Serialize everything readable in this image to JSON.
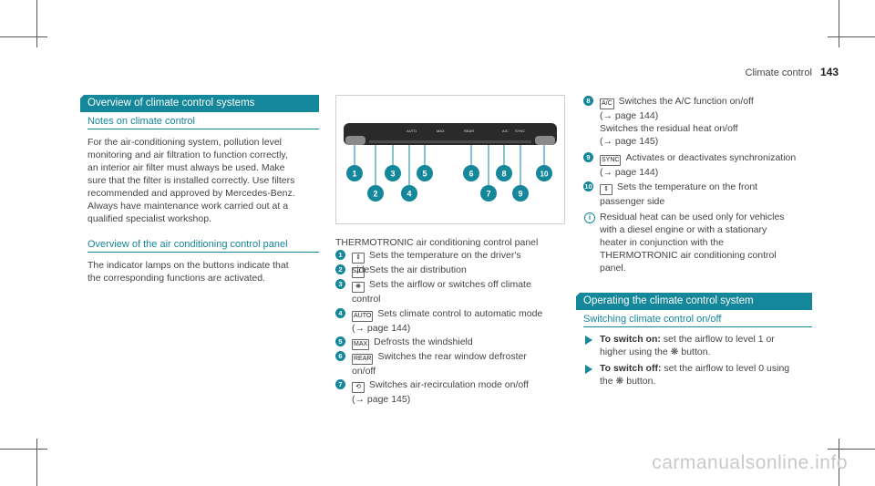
{
  "header": {
    "title": "Climate control",
    "page": "143"
  },
  "left": {
    "bar_title": "Overview of climate control systems",
    "notes_heading": "Notes on climate control",
    "notes_text": "For the air-conditioning system, pollution level\nmonitoring and air filtration to function correctly,\nan interior air filter must always be used. Make\nsure that the filter is installed correctly. Use filters\nrecommended and approved by Mercedes-Benz.\nAlways have maintenance work carried out at a\nqualified specialist workshop.",
    "overview_heading": "Overview of the air conditioning control panel",
    "overview_text": "The indicator lamps on the buttons indicate that\nthe corresponding functions are activated."
  },
  "figure": {
    "panel_labels": [
      "AUTO",
      "MAX",
      "REAR",
      "A/C",
      "SYNC"
    ],
    "callouts": [
      "1",
      "2",
      "3",
      "4",
      "5",
      "6",
      "7",
      "8",
      "9",
      "10"
    ]
  },
  "middle": {
    "caption": "THERMOTRONIC air conditioning control panel",
    "items": [
      {
        "num": "1",
        "glyph": "⇕",
        "text": "Sets the temperature on the driver's\nside"
      },
      {
        "num": "2",
        "glyph": "↲",
        "text": "Sets the air distribution"
      },
      {
        "num": "3",
        "glyph": "❋",
        "text": "Sets the airflow or switches off climate\ncontrol"
      },
      {
        "num": "4",
        "glyph": "AUTO",
        "text": "Sets climate control to automatic mode\n(→ page 144)"
      },
      {
        "num": "5",
        "glyph": "MAX",
        "text": "Defrosts the windshield"
      },
      {
        "num": "6",
        "glyph": "REAR",
        "text": "Switches the rear window defroster\non/off"
      },
      {
        "num": "7",
        "glyph": "⟲",
        "text": "Switches air-recirculation mode on/off\n(→ page 145)"
      }
    ]
  },
  "right": {
    "items": [
      {
        "num": "8",
        "glyph": "A/C",
        "text": "Switches the A/C function on/off\n(→ page 144)\nSwitches the residual heat on/off\n(→ page 145)"
      },
      {
        "num": "9",
        "glyph": "SYNC",
        "text": "Activates or deactivates synchronization\n(→ page 144)"
      },
      {
        "num": "10",
        "glyph": "⇕",
        "text": "Sets the temperature on the front\npassenger side"
      }
    ],
    "note_text": "Residual heat can be used only for vehicles\nwith a diesel engine or with a stationary\nheater in conjunction with the\nTHERMOTRONIC air conditioning control\npanel.",
    "bar_title": "Operating the climate control system",
    "switching_heading": "Switching climate control on/off",
    "step1_bold": "To switch on:",
    "step1_text": " set the airflow to level 1 or\nhigher using the ❋ button.",
    "step2_bold": "To switch off:",
    "step2_text": " set the airflow to level 0 using\nthe ❋ button."
  },
  "watermark": "carmanualsonline.info"
}
